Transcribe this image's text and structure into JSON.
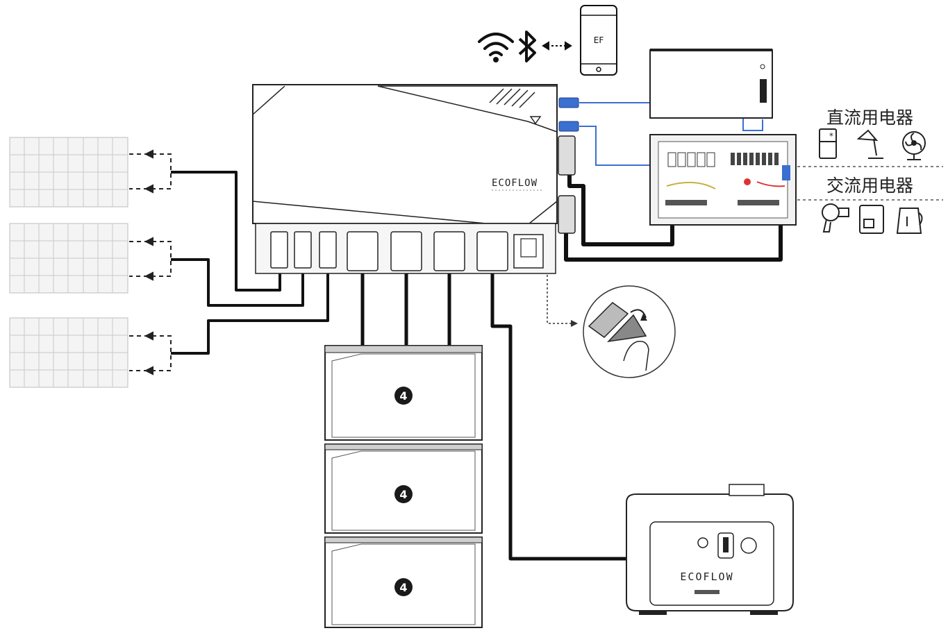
{
  "labels": {
    "dc_appliances": "直流用电器",
    "ac_appliances": "交流用电器",
    "brand": "ECOFLOW",
    "generator_brand": "ECOFLOW",
    "phone_logo": "EF",
    "battery_badge": "4"
  },
  "batteries": [
    {
      "badge": "4"
    },
    {
      "badge": "4"
    },
    {
      "badge": "4"
    }
  ],
  "colors": {
    "line": "#1a1a1a",
    "cable": "#111111",
    "signal_cable": "#3b6fd0",
    "panel_grid": "#c8c8c8"
  },
  "icons": [
    "wifi-icon",
    "bluetooth-icon",
    "phone-icon",
    "fridge-icon",
    "lamp-icon",
    "fan-icon",
    "hairdryer-icon",
    "coffee-machine-icon",
    "kettle-icon",
    "hand-press-icon"
  ]
}
